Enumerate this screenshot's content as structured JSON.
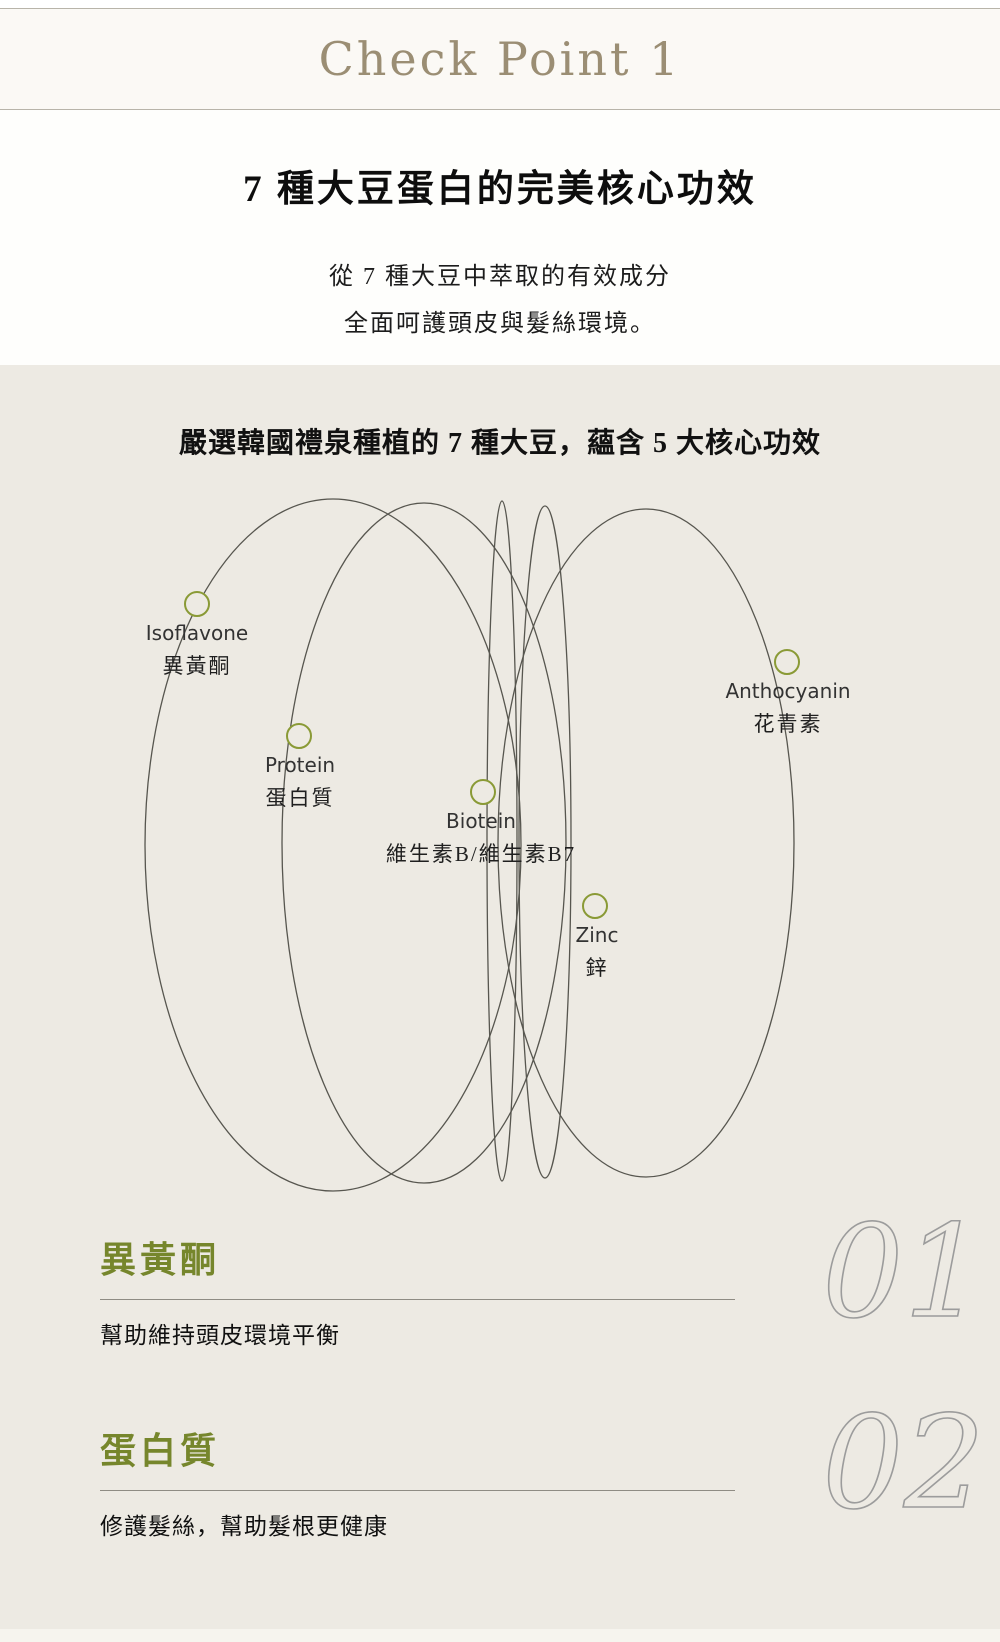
{
  "header": {
    "title": "Check Point 1"
  },
  "intro": {
    "title": "7 種大豆蛋白的完美核心功效",
    "subtitle_line1": "從 7 種大豆中萃取的有效成分",
    "subtitle_line2": "全面呵護頭皮與髮絲環境。"
  },
  "diagram": {
    "heading": "嚴選韓國禮泉種植的 7 種大豆，蘊含 5 大核心功效",
    "nodes": [
      {
        "en": "Isoflavone",
        "zh": "異黃酮"
      },
      {
        "en": "Protein",
        "zh": "蛋白質"
      },
      {
        "en": "Biotein",
        "zh": "維生素B/維生素B7"
      },
      {
        "en": "Zinc",
        "zh": "鋅"
      },
      {
        "en": "Anthocyanin",
        "zh": "花青素"
      }
    ]
  },
  "benefits": [
    {
      "number": "01",
      "title": "異黃酮",
      "description": "幫助維持頭皮環境平衡"
    },
    {
      "number": "02",
      "title": "蛋白質",
      "description": "修護髮絲，幫助髮根更健康"
    }
  ],
  "colors": {
    "accent_olive": "#76862c",
    "node_ring": "#8a9a36",
    "header_text": "#9b8e74",
    "beige_background": "#edeae3"
  }
}
